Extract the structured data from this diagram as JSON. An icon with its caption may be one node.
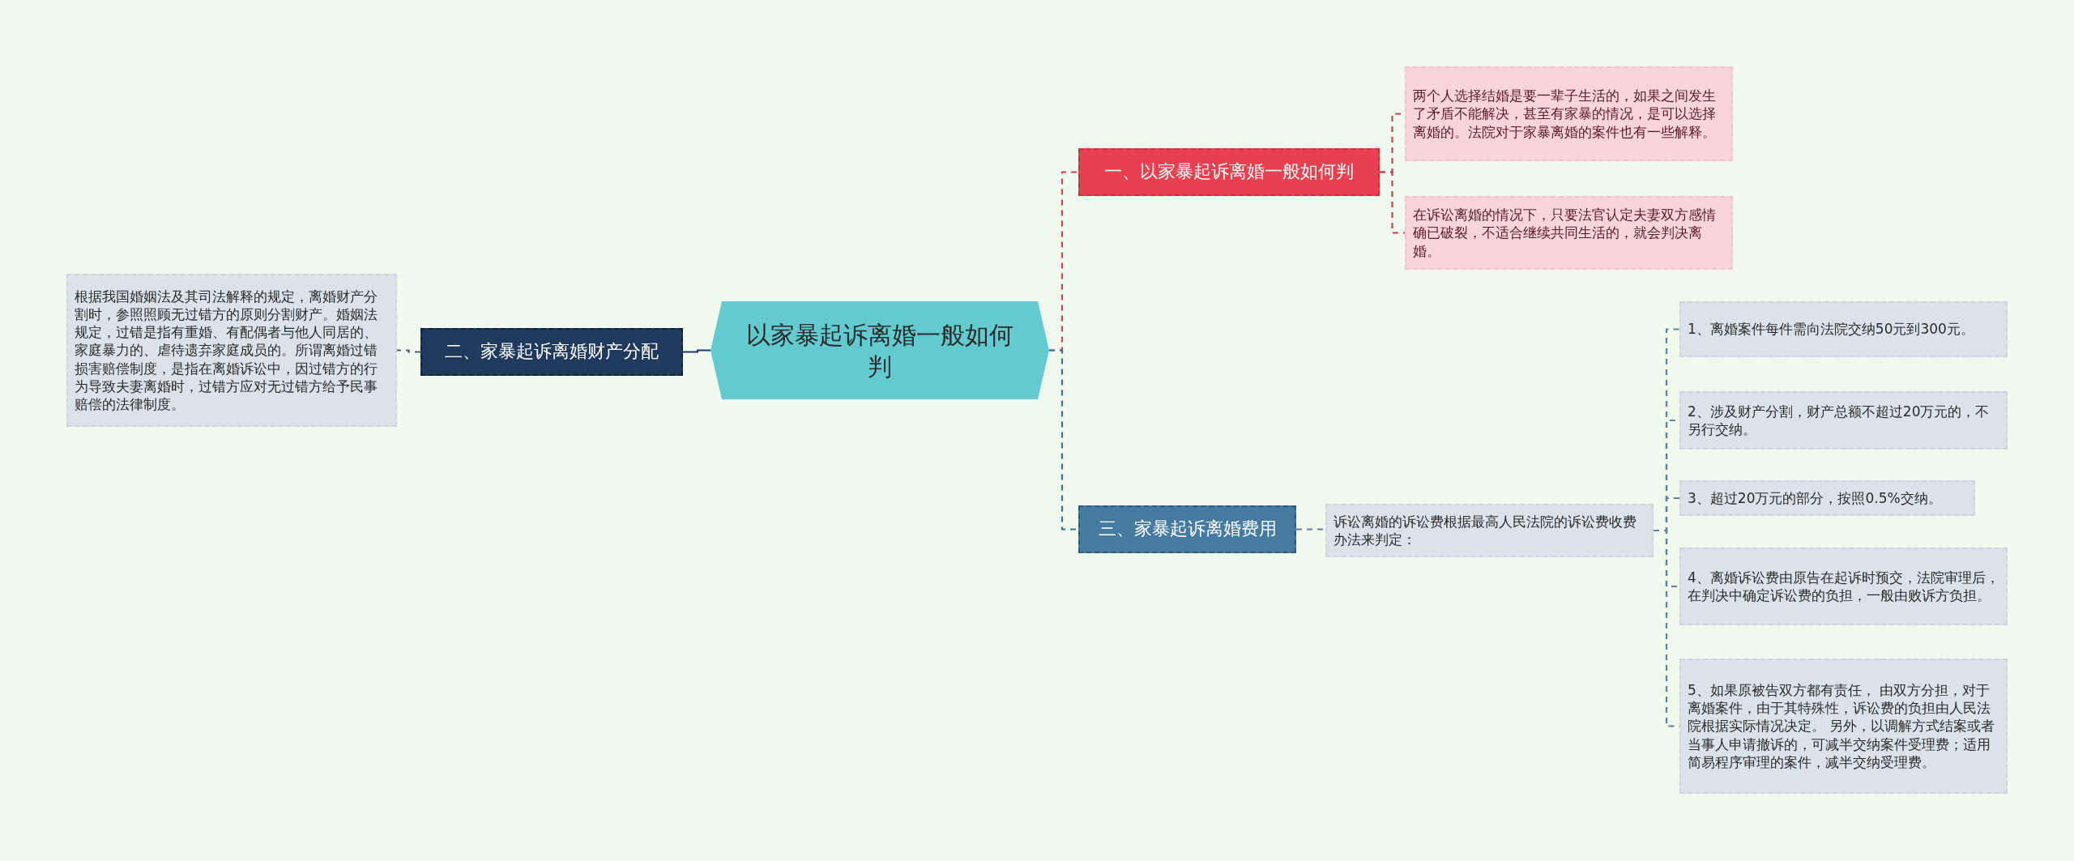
{
  "diagram": {
    "nodes": [
      {
        "text": [
          "以家暴起诉离婚一般如何判"
        ]
      },
      {
        "text": [
          "一、以家暴起诉离婚一般如何判"
        ]
      },
      {
        "text": [
          "两个人选择结婚是要一辈子生活的，如果之间发生了矛盾不能解决，甚至有家暴的情况，是可以选择离婚的。法院对于家暴离婚的案件也有一些解释。"
        ]
      },
      {
        "text": [
          "在诉讼离婚的情况下，只要法官认定夫妻双方感情确已破裂，不适合继续共同生活的，就会判决离婚。"
        ]
      },
      {
        "text": [
          "二、家暴起诉离婚财产分配"
        ]
      },
      {
        "text": [
          "根据我国婚姻法及其司法解释的规定，离婚财产分割时，参照照顾无过错方的原则分割财产。婚姻法规定，过错是指有重婚、有配偶者与他人同居的、家庭暴力的、虐待遗弃家庭成员的。所谓离婚过错损害赔偿制度，是指在离婚诉讼中，因过错方的行为导致夫妻离婚时，过错方应对无过错方给予民事赔偿的法律制度。"
        ]
      },
      {
        "text": [
          "三、家暴起诉离婚费用"
        ]
      },
      {
        "text": [
          "诉讼离婚的诉讼费根据最高人民法院的诉讼费收费办法来判定："
        ]
      },
      {
        "text": [
          "1、离婚案件每件需向法院交纳50元到300元。"
        ]
      },
      {
        "text": [
          "2、涉及财产分割，财产总额不超过20万元的，不另行交纳。"
        ]
      },
      {
        "text": [
          "3、超过20万元的部分，按照0.5%交纳。"
        ]
      },
      {
        "text": [
          "4、离婚诉讼费由原告在起诉时预交，法院审理后，在判决中确定诉讼费的负担，一般由败诉方负担。"
        ]
      },
      {
        "text": [
          "5、如果原被告双方都有责任， 由双方分担，对于离婚案件，由于其特殊性，诉讼费的负担由人民法院根据实际情况决定。 另外，以调解方式结案或者当事人申请撤诉的，可减半交纳案件受理费；适用简易程序审理的案件，减半交纳受理费。"
        ]
      }
    ],
    "edges": [
      {
        "from": 0,
        "to": 1,
        "arrow": "none",
        "style": "dashed",
        "color": "#c8414f"
      },
      {
        "from": 1,
        "to": 2,
        "arrow": "none",
        "style": "dashed",
        "color": "#c8414f"
      },
      {
        "from": 1,
        "to": 3,
        "arrow": "none",
        "style": "dashed",
        "color": "#c8414f"
      },
      {
        "from": 0,
        "to": 4,
        "arrow": "none",
        "color": "#1f3a5c"
      },
      {
        "from": 4,
        "to": 5,
        "arrow": "none",
        "style": "dashed",
        "color": "#555f6b"
      },
      {
        "from": 0,
        "to": 6,
        "arrow": "none",
        "style": "dashed",
        "color": "#3e6d8e"
      },
      {
        "from": 6,
        "to": 7,
        "arrow": "none",
        "style": "dashed",
        "color": "#5f7f99"
      },
      {
        "from": 7,
        "to": 8,
        "arrow": "none",
        "style": "dashed",
        "color": "#5f7f99"
      },
      {
        "from": 7,
        "to": 9,
        "arrow": "none",
        "style": "dashed",
        "color": "#5f7f99"
      },
      {
        "from": 7,
        "to": 10,
        "arrow": "none",
        "style": "dashed",
        "color": "#5f7f99"
      },
      {
        "from": 7,
        "to": 11,
        "arrow": "none",
        "style": "dashed",
        "color": "#5f7f99"
      },
      {
        "from": 7,
        "to": 12,
        "arrow": "none",
        "style": "dashed",
        "color": "#5f7f99"
      }
    ]
  }
}
